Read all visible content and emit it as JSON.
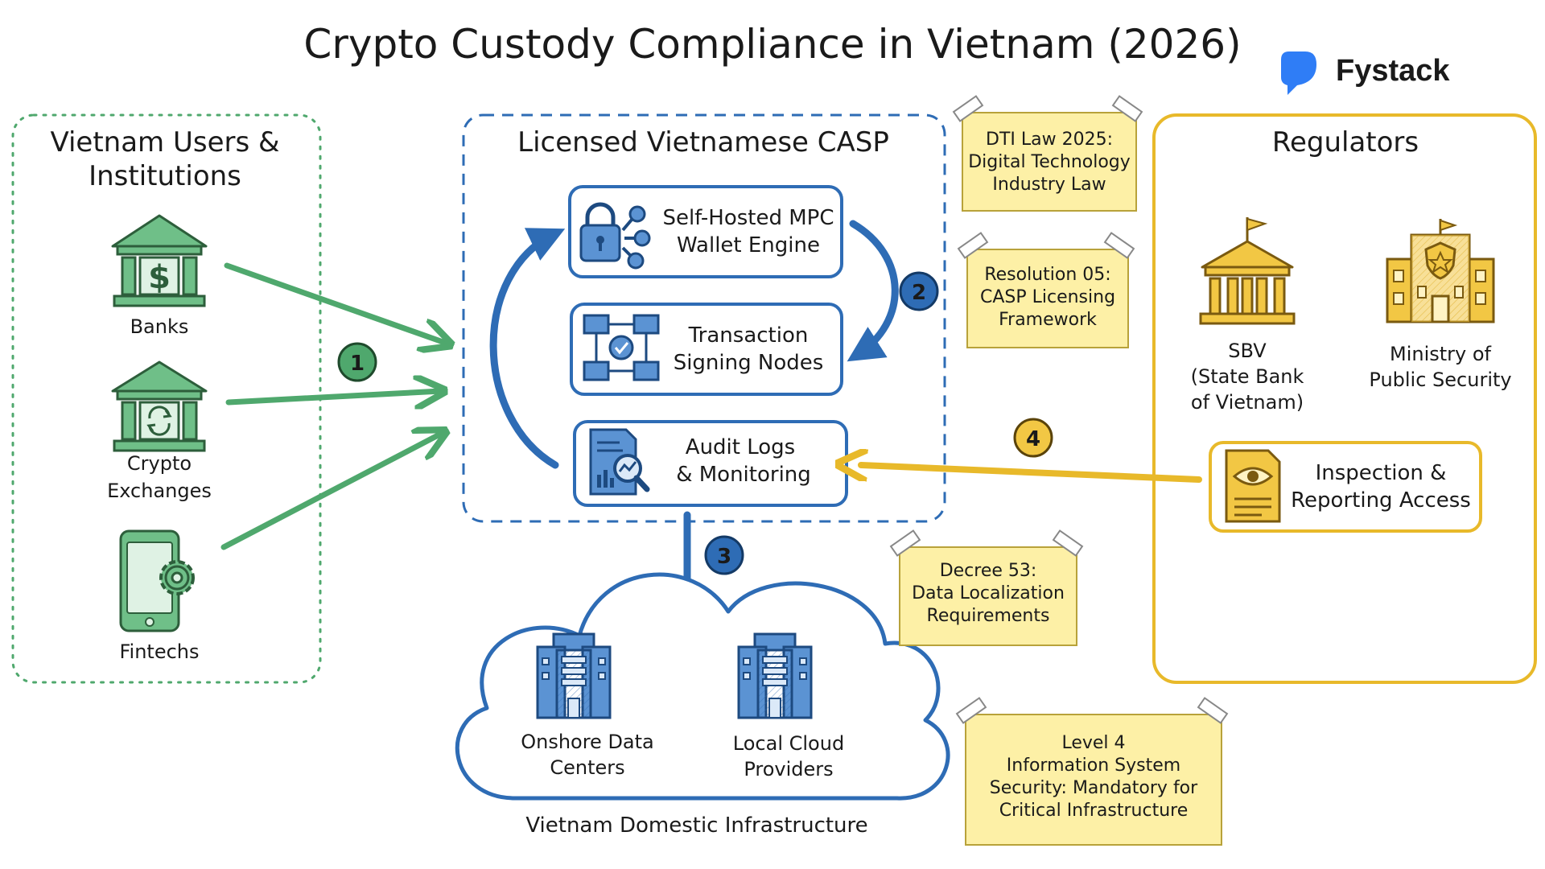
{
  "title": "Crypto Custody Compliance in Vietnam (2026)",
  "brand": {
    "name": "Fystack",
    "color": "#2f7df6"
  },
  "colors": {
    "green": "#4fa86d",
    "blue": "#2e6cb5",
    "yellow": "#e8b92a",
    "note_fill": "#fdf0a6"
  },
  "users_panel": {
    "title_line1": "Vietnam Users &",
    "title_line2": "Institutions",
    "items": [
      {
        "label_line1": "Banks",
        "label_line2": "",
        "icon": "bank-dollar-icon"
      },
      {
        "label_line1": "Crypto",
        "label_line2": "Exchanges",
        "icon": "exchange-building-icon"
      },
      {
        "label_line1": "Fintechs",
        "label_line2": "",
        "icon": "phone-gear-icon"
      }
    ]
  },
  "casp_panel": {
    "title": "Licensed Vietnamese CASP",
    "boxes": [
      {
        "line1": "Self-Hosted MPC",
        "line2": "Wallet Engine",
        "icon": "lock-keys-icon"
      },
      {
        "line1": "Transaction",
        "line2": "Signing Nodes",
        "icon": "network-nodes-icon"
      },
      {
        "line1": "Audit Logs",
        "line2": "& Monitoring",
        "icon": "audit-report-icon"
      }
    ]
  },
  "steps": [
    "1",
    "2",
    "3",
    "4"
  ],
  "infrastructure": {
    "title": "Vietnam Domestic Infrastructure",
    "items": [
      {
        "line1": "Onshore Data",
        "line2": "Centers",
        "icon": "datacenter-icon"
      },
      {
        "line1": "Local Cloud",
        "line2": "Providers",
        "icon": "datacenter-icon"
      }
    ]
  },
  "regulators_panel": {
    "title": "Regulators",
    "sbv": {
      "line1": "SBV",
      "line2": "(State Bank",
      "line3": "of Vietnam)",
      "icon": "government-building-icon"
    },
    "mps": {
      "line1": "Ministry of",
      "line2": "Public Security",
      "icon": "police-building-icon"
    },
    "inspection": {
      "line1": "Inspection &",
      "line2": "Reporting Access",
      "icon": "document-eye-icon"
    }
  },
  "notes": [
    {
      "line1": "DTI Law 2025:",
      "line2": "Digital Technology",
      "line3": "Industry Law"
    },
    {
      "line1": "Resolution 05:",
      "line2": "CASP Licensing",
      "line3": "Framework"
    },
    {
      "line1": "Decree 53:",
      "line2": "Data Localization",
      "line3": "Requirements"
    },
    {
      "line1": "Level 4",
      "line2": "Information System",
      "line3": "Security: Mandatory for",
      "line4": "Critical Infrastructure"
    }
  ]
}
